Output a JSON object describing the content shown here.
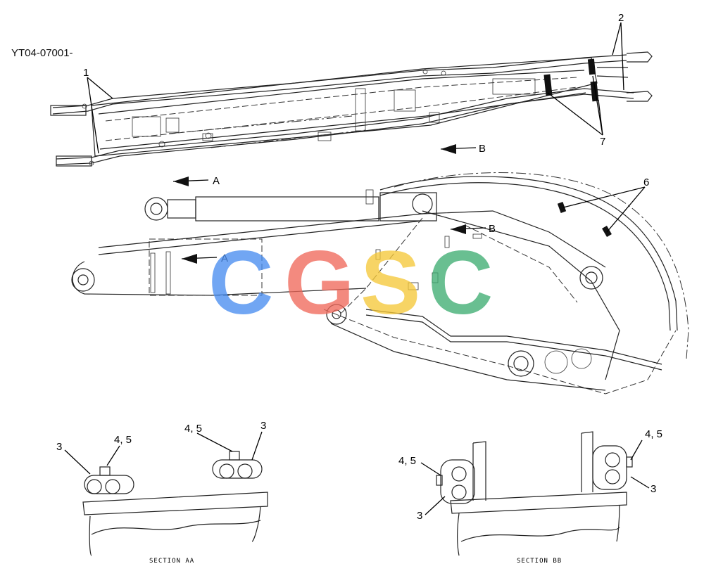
{
  "drawing_code": "YT04-07001-",
  "callouts": {
    "c1": "1",
    "c2": "2",
    "c3_a_left": "3",
    "c3_a_right": "3",
    "c3_b_left": "3",
    "c3_b_right": "3",
    "c45_a_left": "4, 5",
    "c45_a_right": "4, 5",
    "c45_b_left": "4, 5",
    "c45_b_right": "4, 5",
    "c6": "6",
    "c7": "7"
  },
  "view_arrows": {
    "a_top": "A",
    "a_mid": "A",
    "b_top": "B",
    "b_mid": "B"
  },
  "section_titles": {
    "aa": "SECTION AA",
    "bb": "SECTION BB"
  },
  "watermark": {
    "letters": [
      "C",
      "G",
      "S",
      "C"
    ],
    "colors": [
      "#4a8ef0",
      "#f06a5c",
      "#f5c83a",
      "#3fae73"
    ]
  }
}
